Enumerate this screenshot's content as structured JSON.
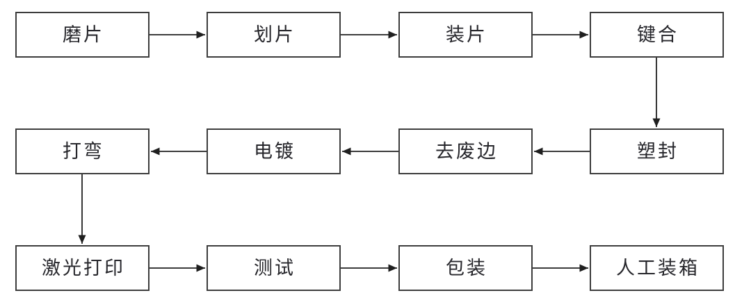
{
  "diagram": {
    "type": "flowchart",
    "colors": {
      "background": "#ffffff",
      "box_fill": "#ffffff",
      "box_border": "#3c3c3c",
      "text": "#26262b",
      "arrow": "#1f1f1f"
    },
    "rows": [
      [
        "磨片",
        "划片",
        "装片",
        "键合"
      ],
      [
        "打弯",
        "电镀",
        "去废边",
        "塑封"
      ],
      [
        "激光打印",
        "测试",
        "包装",
        "人工装箱"
      ]
    ],
    "flow_sequence": [
      "磨片",
      "划片",
      "装片",
      "键合",
      "塑封",
      "去废边",
      "电镀",
      "打弯",
      "激光打印",
      "测试",
      "包装",
      "人工装箱"
    ],
    "edges": [
      {
        "from": "磨片",
        "to": "划片",
        "direction": "right"
      },
      {
        "from": "划片",
        "to": "装片",
        "direction": "right"
      },
      {
        "from": "装片",
        "to": "键合",
        "direction": "right"
      },
      {
        "from": "键合",
        "to": "塑封",
        "direction": "down"
      },
      {
        "from": "塑封",
        "to": "去废边",
        "direction": "left"
      },
      {
        "from": "去废边",
        "to": "电镀",
        "direction": "left"
      },
      {
        "from": "电镀",
        "to": "打弯",
        "direction": "left"
      },
      {
        "from": "打弯",
        "to": "激光打印",
        "direction": "down"
      },
      {
        "from": "激光打印",
        "to": "测试",
        "direction": "right"
      },
      {
        "from": "测试",
        "to": "包装",
        "direction": "right"
      },
      {
        "from": "包装",
        "to": "人工装箱",
        "direction": "right"
      }
    ]
  }
}
